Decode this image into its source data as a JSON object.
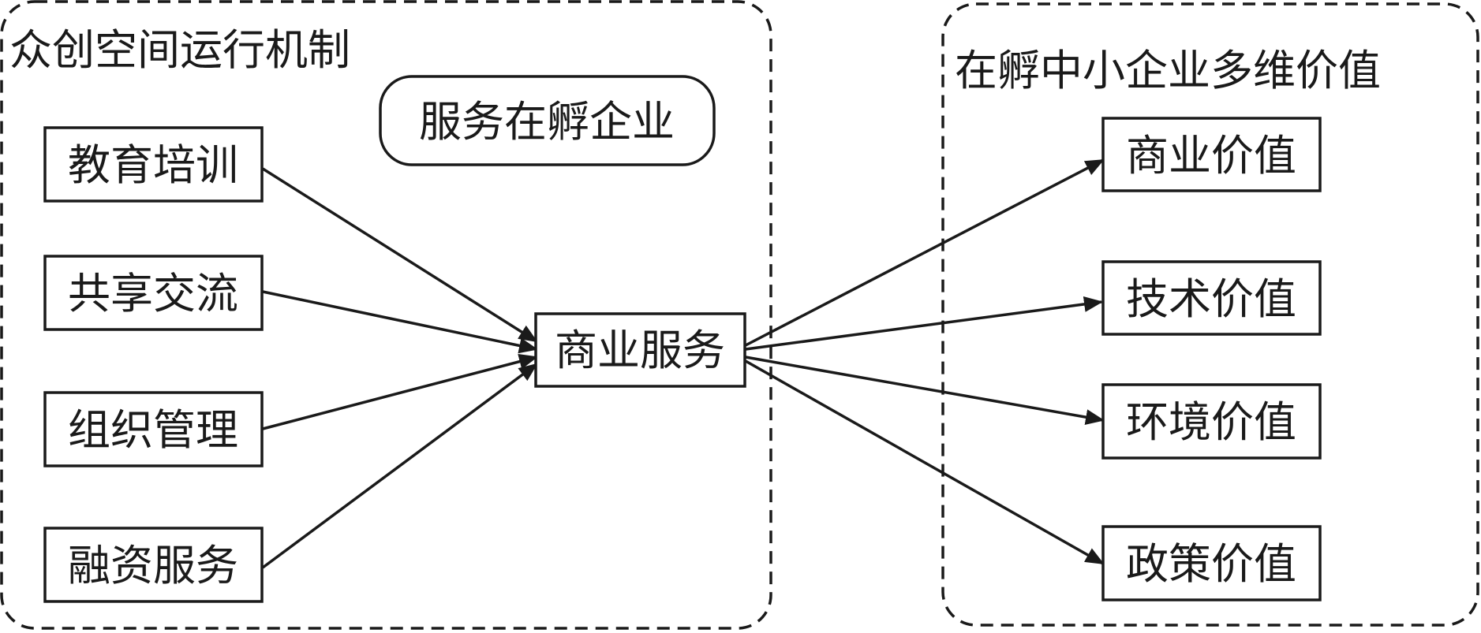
{
  "groups": {
    "left": {
      "title": "众创空间运行机制"
    },
    "right": {
      "title": "在孵中小企业多维价值"
    }
  },
  "nodes": {
    "service_incubated": "服务在孵企业",
    "education": "教育培训",
    "sharing": "共享交流",
    "organization": "组织管理",
    "financing": "融资服务",
    "business_service": "商业服务",
    "commercial_value": "商业价值",
    "technical_value": "技术价值",
    "environment_value": "环境价值",
    "policy_value": "政策价值"
  },
  "edges": [
    {
      "from": "education",
      "to": "business_service"
    },
    {
      "from": "sharing",
      "to": "business_service"
    },
    {
      "from": "organization",
      "to": "business_service"
    },
    {
      "from": "financing",
      "to": "business_service"
    },
    {
      "from": "business_service",
      "to": "commercial_value"
    },
    {
      "from": "business_service",
      "to": "technical_value"
    },
    {
      "from": "business_service",
      "to": "environment_value"
    },
    {
      "from": "business_service",
      "to": "policy_value"
    }
  ],
  "colors": {
    "stroke": "#1a1a1a",
    "background": "#ffffff"
  }
}
